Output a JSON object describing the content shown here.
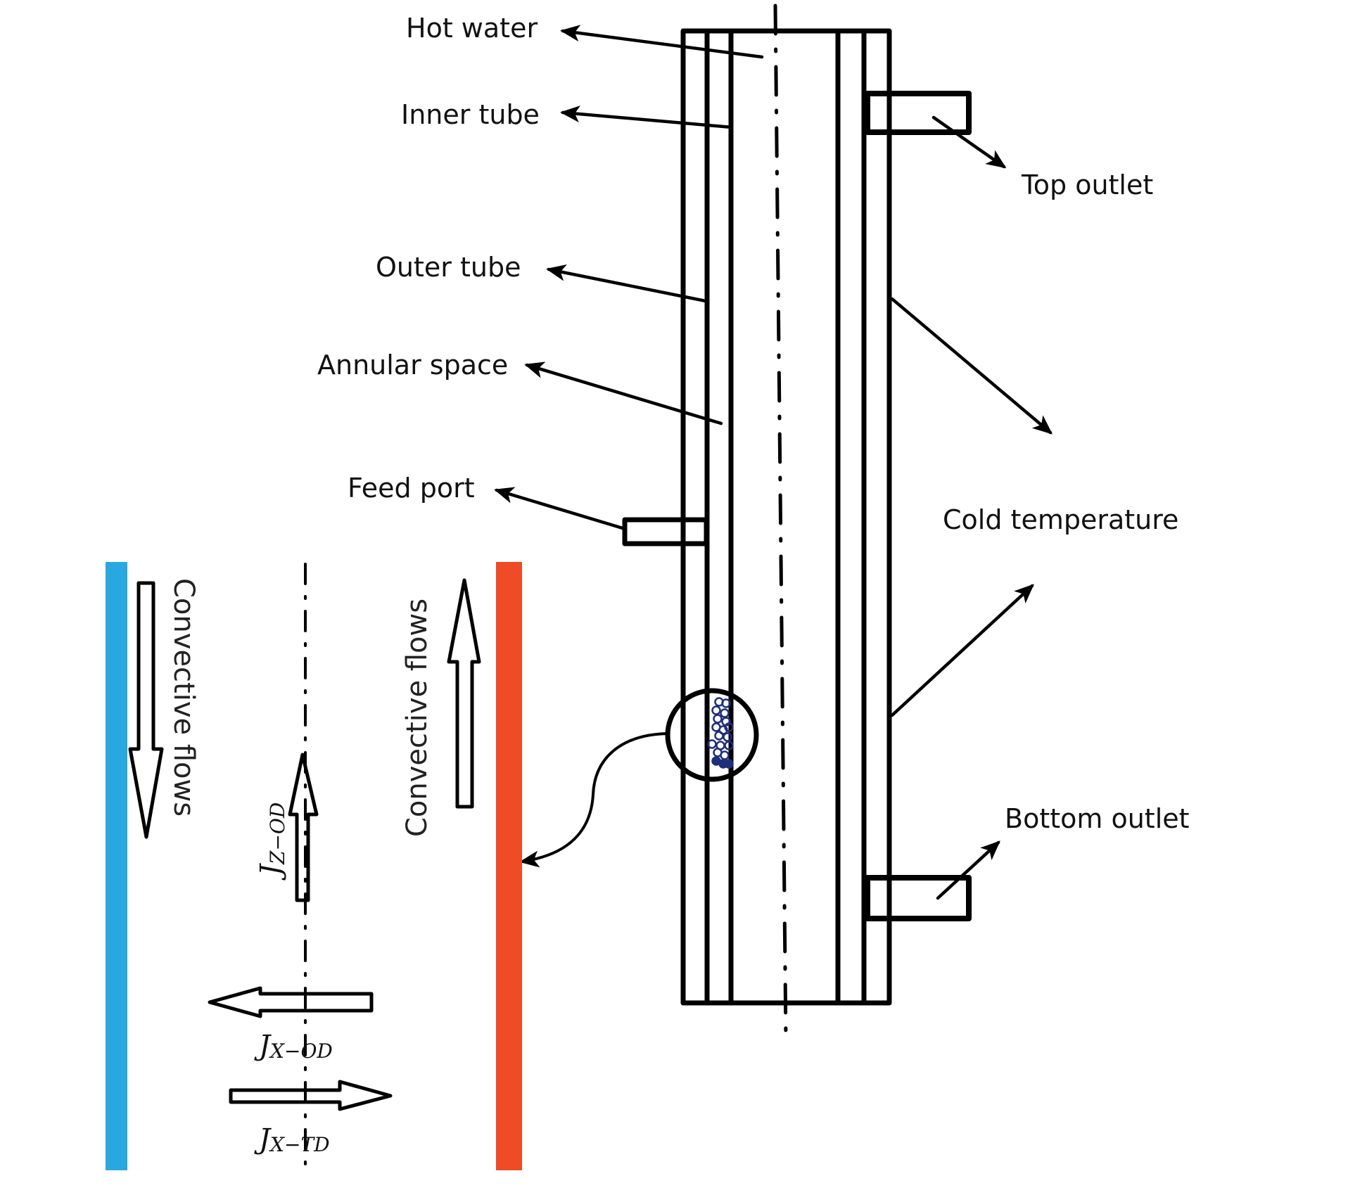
{
  "figure": {
    "type": "schematic",
    "subject": "Concentric tube apparatus with annular space and flux illustration"
  },
  "labels": {
    "hot_water": "Hot water",
    "inner_tube": "Inner tube",
    "outer_tube": "Outer tube",
    "annular_space": "Annular space",
    "feed_port": "Feed port",
    "top_outlet": "Top outlet",
    "cold_temperature": "Cold temperature",
    "bottom_outlet": "Bottom outlet"
  },
  "inset": {
    "left_flow_label": "Convective flows",
    "right_flow_label": "Convective flows",
    "jz_od": {
      "main": "J",
      "sub": "Z−OD"
    },
    "jx_od": {
      "main": "J",
      "sub1": "X",
      "sep": "−",
      "sub2": "OD"
    },
    "jx_td": {
      "main": "J",
      "sub1": "X",
      "sep": "−",
      "sub2": "TD"
    }
  },
  "colors": {
    "cold_wall": "#29A8E0",
    "hot_wall": "#EE4B26",
    "particles": "#1F2F7A",
    "line": "#000000"
  }
}
